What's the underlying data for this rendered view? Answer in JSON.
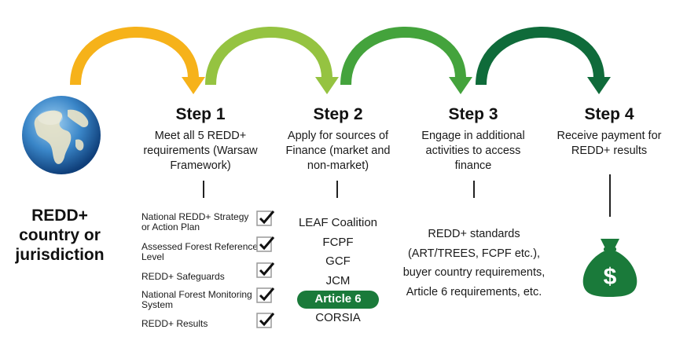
{
  "colors": {
    "arc1": "#f6b21a",
    "arc2": "#95c341",
    "arc3": "#44a33c",
    "arc4": "#0f6b3a",
    "highlight": "#1a7a3a",
    "moneybag": "#1a7a3a"
  },
  "icons": {
    "globe": "globe-icon",
    "check": "check-box-icon",
    "money": "money-bag-icon"
  },
  "country": {
    "label": "REDD+ country or jurisdiction"
  },
  "steps": [
    {
      "title": "Step 1",
      "description": "Meet all 5 REDD+ requirements (Warsaw Framework)"
    },
    {
      "title": "Step 2",
      "description": "Apply for sources of Finance (market and non-market)"
    },
    {
      "title": "Step 3",
      "description": "Engage in additional activities to access finance"
    },
    {
      "title": "Step 4",
      "description": "Receive payment for REDD+ results"
    }
  ],
  "requirements": [
    "National REDD+ Strategy or Action Plan",
    "Assessed Forest Reference Level",
    "REDD+ Safeguards",
    "National Forest Monitoring System",
    "REDD+ Results"
  ],
  "finance_sources": [
    "LEAF Coalition",
    "FCPF",
    "GCF",
    "JCM",
    "Article 6",
    "CORSIA"
  ],
  "finance_highlighted": "Article 6",
  "additional_activities": "REDD+ standards (ART/TREES, FCPF etc.), buyer country requirements, Article 6 requirements, etc."
}
